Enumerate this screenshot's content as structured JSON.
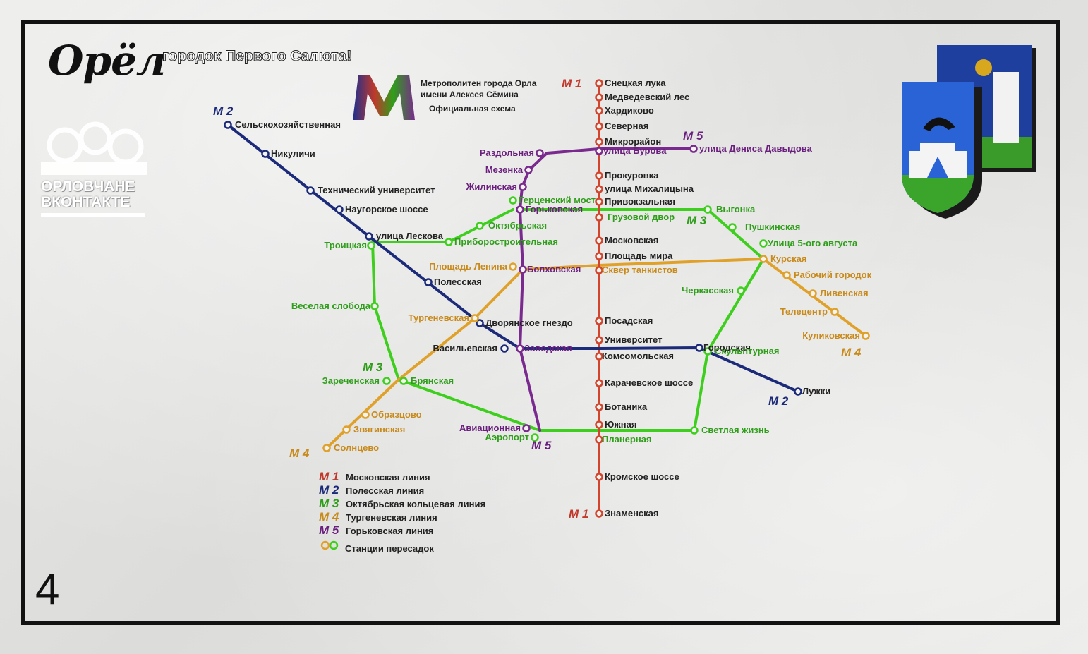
{
  "header": {
    "city": "Орёл",
    "subtitle": "городок Первого Салюта!"
  },
  "metro_logo": {
    "letter": "M",
    "caption_line1": "Метрополитен города Орла",
    "caption_line2": "имени Алексея Сёмина",
    "caption_line3": "Официальная схема"
  },
  "vk_badge": {
    "line1": "ОРЛОВЧАНЕ",
    "line2": "ВКОНТАКТЕ"
  },
  "page_number": "4",
  "colors": {
    "M1": "#d2452c",
    "M2": "#1c2a7a",
    "M3": "#3ecf1e",
    "M4": "#e0a12a",
    "M5": "#7a2a8e",
    "label_M1": "#c0392b",
    "label_M2": "#1c2a7a",
    "label_M3": "#2f9e1a",
    "label_M4": "#c88a1a",
    "label_M5": "#6a1f7e",
    "label_dark": "#222222"
  },
  "line_tags": {
    "M1": "М 1",
    "M2": "М 2",
    "M3": "М 3",
    "M4": "М 4",
    "M5": "М 5"
  },
  "stations": {
    "m1": [
      "Снецкая лука",
      "Медведевский лес",
      "Хардиково",
      "Северная",
      "Микрорайон",
      "Прокуровка",
      "улица Михалицына",
      "Привокзальная",
      "Грузовой двор",
      "Московская",
      "Площадь мира",
      "Сквер танкистов",
      "Посадская",
      "Университет",
      "Комсомольская",
      "Карачевское шоссе",
      "Ботаника",
      "Южная",
      "Планерная",
      "Кромское шоссе",
      "Знаменская"
    ],
    "m2": [
      "Сельскохозяйственная",
      "Никуличи",
      "Технический университет",
      "Наугорское шоссе",
      "улица Лескова",
      "Полесская",
      "Дворянское гнездо",
      "Васильевская",
      "Городская",
      "Лужки"
    ],
    "m3": [
      "Выгонка",
      "Пушкинская",
      "Улица 5-ого августа",
      "Черкасская",
      "Скульптурная",
      "Светлая жизнь",
      "Аэропорт",
      "Брянская",
      "Зареченская",
      "Веселая слобода",
      "Троицкая",
      "Приборостроительная",
      "Октябрьская",
      "Герценский мост"
    ],
    "m4": [
      "Куликовская",
      "Телецентр",
      "Ливенская",
      "Рабочий городок",
      "Курская",
      "Площадь Ленина",
      "Тургеневская",
      "Образцово",
      "Звягинская",
      "Солнцево"
    ],
    "m5": [
      "улица Дениса Давыдова",
      "улица Бурова",
      "Раздольная",
      "Мезенка",
      "Жилинская",
      "Горьковская",
      "Болховская",
      "Заводская",
      "Авиационная"
    ]
  },
  "legend": [
    {
      "tag": "М 1",
      "name": "Московская линия",
      "line": "M1"
    },
    {
      "tag": "М 2",
      "name": "Полесская линия",
      "line": "M2"
    },
    {
      "tag": "М 3",
      "name": "Октябрьская кольцевая линия",
      "line": "M3"
    },
    {
      "tag": "М 4",
      "name": "Тургеневская линия",
      "line": "M4"
    },
    {
      "tag": "М 5",
      "name": "Горьковская линия",
      "line": "M5"
    }
  ],
  "legend_transfer": "Станции пересадок"
}
